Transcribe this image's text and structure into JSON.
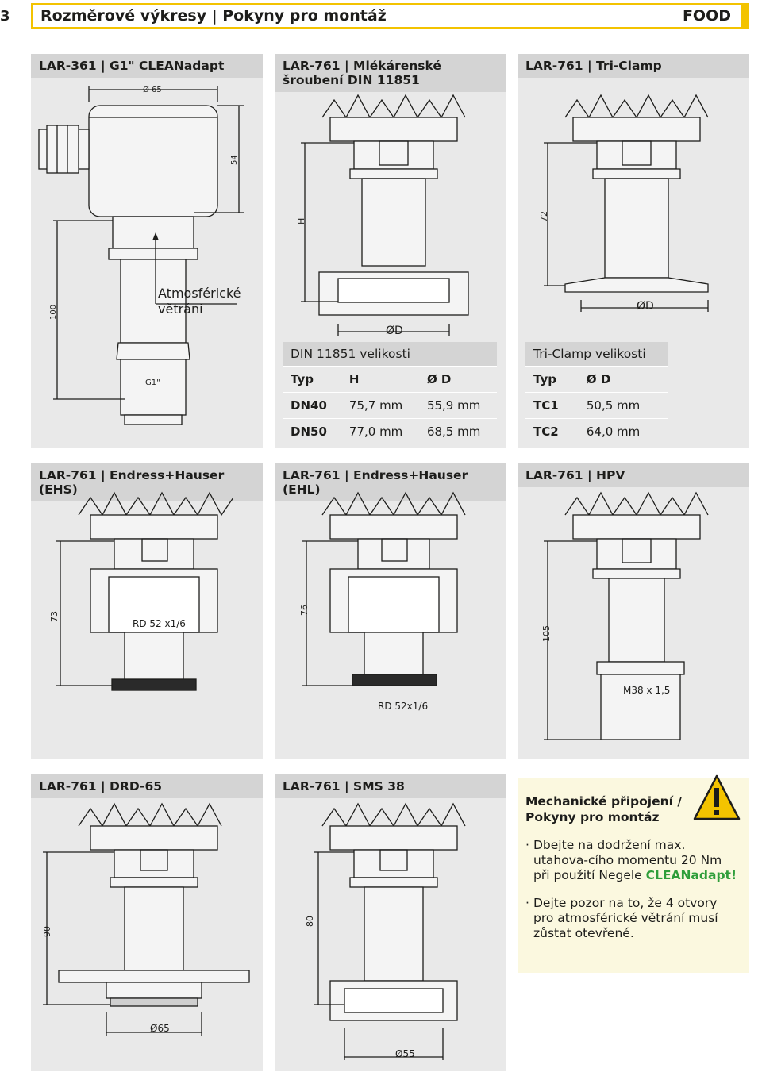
{
  "page": {
    "number": "3",
    "title": "Rozměrové výkresy | Pokyny pro montáž",
    "section": "FOOD"
  },
  "panels": {
    "p1": {
      "title": "LAR-361 | G1\" CLEANadapt",
      "dim_top": "Ø 65",
      "dim_right": "54",
      "dim_left": "100",
      "vent_label_1": "Atmosférické",
      "vent_label_2": "větráni",
      "thread": "G1\""
    },
    "p2": {
      "title": "LAR-761 | Mlékárenské šroubení DIN 11851",
      "dim_h": "H",
      "dim_d": "ØD"
    },
    "p3": {
      "title": "LAR-761 | Tri-Clamp",
      "dim_h": "72",
      "dim_d": "ØD"
    },
    "p4": {
      "title": "LAR-761 | Endress+Hauser (EHS)",
      "dim_h": "73",
      "thread": "RD 52 x1/6"
    },
    "p5": {
      "title": "LAR-761 | Endress+Hauser (EHL)",
      "dim_h": "76",
      "thread": "RD 52x1/6"
    },
    "p6": {
      "title": "LAR-761 | HPV",
      "dim_h": "105",
      "thread": "M38 x 1,5"
    },
    "p7": {
      "title": "LAR-761 | DRD-65",
      "dim_h": "90",
      "dim_d": "Ø65"
    },
    "p8": {
      "title": "LAR-761 | SMS 38",
      "dim_h": "80",
      "dim_d": "Ø55"
    }
  },
  "din_table": {
    "caption": "DIN 11851 velikosti",
    "headers": [
      "Typ",
      "H",
      "Ø D"
    ],
    "rows": [
      [
        "DN40",
        "75,7 mm",
        "55,9 mm"
      ],
      [
        "DN50",
        "77,0 mm",
        "68,5 mm"
      ]
    ]
  },
  "tc_table": {
    "caption": "Tri-Clamp velikosti",
    "headers": [
      "Typ",
      "Ø D"
    ],
    "rows": [
      [
        "TC1",
        "50,5 mm"
      ],
      [
        "TC2",
        "64,0 mm"
      ]
    ]
  },
  "notes": {
    "title_1": "Mechanické připojení /",
    "title_2": "Pokyny pro montáz",
    "item1_text": "Dbejte na dodržení max. utahova-cího momentu 20 Nm při použití Negele ",
    "item1_highlight": "CLEANadapt!",
    "item2_text": "Dejte pozor na to, že 4 otvory pro atmosférické větrání musí zůstat otevřené."
  },
  "colors": {
    "accent": "#f3c300",
    "panel": "#e9e9e9",
    "panel_header": "#d4d4d4",
    "notes_bg": "#fbf8df",
    "highlight": "#2f9e3a"
  },
  "icons": {
    "warning": "warning-triangle-icon"
  }
}
